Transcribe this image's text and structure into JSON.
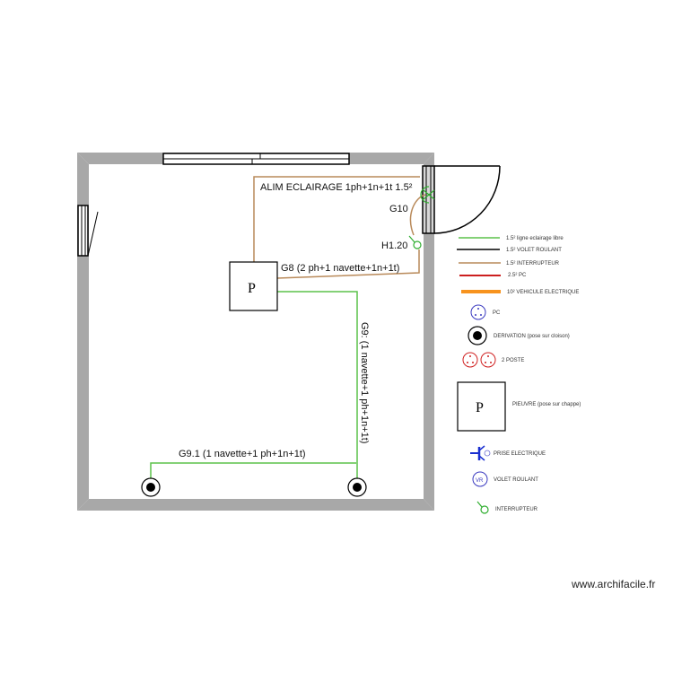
{
  "plan": {
    "labels": {
      "alim": "ALIM ECLAIRAGE 1ph+1n+1t 1.5²",
      "g10": "G10",
      "h120": "H1.20",
      "g8": "G8 (2 ph+1 navette+1n+1t)",
      "g9": "G9: (1 navette+1 ph+1n+1t)",
      "g91": "G9.1  (1 navette+1 ph+1n+1t)",
      "pieuvre_letter": "P"
    }
  },
  "legend": {
    "lines": [
      {
        "label": "1.5² ligne eclairage libre",
        "color": "#5cc24a"
      },
      {
        "label": "1.5² VOLET ROULANT",
        "color": "#000000"
      },
      {
        "label": "1.5² INTERRUPTEUR",
        "color": "#b98a5a"
      },
      {
        "label": "2.5² PC",
        "color": "#cc1f1f"
      },
      {
        "label": "10² VEHICULE ELECTRIQUE",
        "color": "#f7931e"
      }
    ],
    "symbols": [
      {
        "label": "PC",
        "icon": "socket-icon",
        "color": "#3a3ac0"
      },
      {
        "label": "DERIVATION (pose sur cloison)",
        "icon": "derivation-icon",
        "color": "#000000"
      },
      {
        "label": "2 POSTE",
        "icon": "double-socket-icon",
        "color": "#d02020"
      },
      {
        "label": "PIEUVRE (pose sur chappe)",
        "icon": "pieuvre-icon",
        "letter": "P"
      },
      {
        "label": "PRISE ELECTRIQUE",
        "icon": "prise-icon",
        "color": "#1a2fd0"
      },
      {
        "label": "VOLET ROULANT",
        "icon": "vr-icon",
        "text": "VR",
        "color": "#3a3ac0"
      },
      {
        "label": "INTERRUPTEUR",
        "icon": "switch-icon",
        "color": "#2fae2f"
      }
    ]
  },
  "colors": {
    "wall": "#a8a8a8",
    "green": "#5cc24a",
    "brown": "#b98a5a"
  },
  "watermark": "www.archifacile.fr"
}
